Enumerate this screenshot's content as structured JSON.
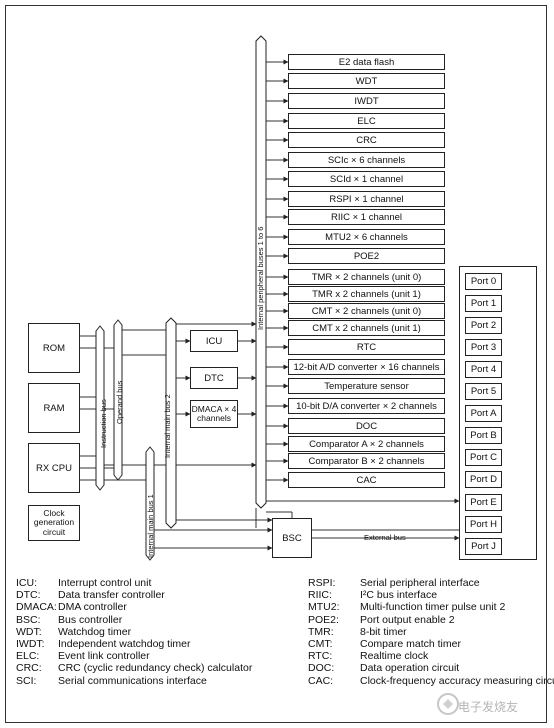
{
  "peripherals": [
    "E2 data flash",
    "WDT",
    "IWDT",
    "ELC",
    "CRC",
    "SCIc × 6 channels",
    "SCId × 1 channel",
    "RSPI × 1 channel",
    "RIIC × 1 channel",
    "MTU2 × 6 channels",
    "POE2",
    "TMR × 2 channels (unit 0)",
    "TMR x 2 channels (unit 1)",
    "CMT × 2 channels (unit 0)",
    "CMT x 2 channels (unit 1)",
    "RTC",
    "12-bit A/D converter × 16 channels",
    "Temperature sensor",
    "10-bit D/A converter × 2 channels",
    "DOC",
    "Comparator A × 2 channels",
    "Comparator B × 2 channels",
    "CAC"
  ],
  "ports": [
    "Port 0",
    "Port 1",
    "Port 2",
    "Port 3",
    "Port 4",
    "Port 5",
    "Port A",
    "Port B",
    "Port C",
    "Port D",
    "Port E",
    "Port H",
    "Port J"
  ],
  "blocks": {
    "rom": "ROM",
    "ram": "RAM",
    "cpu": "RX CPU",
    "clock": "Clock generation circuit",
    "icu": "ICU",
    "dtc": "DTC",
    "dmaca": "DMACA × 4 channels",
    "bsc": "BSC"
  },
  "buses": {
    "peripheral": "Internal peripheral buses 1 to 6",
    "instruction": "Instruction bus",
    "operand": "Operand bus",
    "main2": "Internal main bus 2",
    "main1": "Internal main bus 1",
    "external": "External bus"
  },
  "legend": {
    "left": [
      {
        "abbr": "ICU:",
        "desc": "Interrupt control unit"
      },
      {
        "abbr": "DTC:",
        "desc": "Data transfer controller"
      },
      {
        "abbr": "DMACA:",
        "desc": "DMA controller"
      },
      {
        "abbr": "BSC:",
        "desc": "Bus controller"
      },
      {
        "abbr": "WDT:",
        "desc": "Watchdog timer"
      },
      {
        "abbr": "IWDT:",
        "desc": "Independent watchdog timer"
      },
      {
        "abbr": "ELC:",
        "desc": "Event link controller"
      },
      {
        "abbr": "CRC:",
        "desc": "CRC (cyclic redundancy check) calculator"
      },
      {
        "abbr": "SCI:",
        "desc": "Serial communications interface"
      }
    ],
    "right": [
      {
        "abbr": "RSPI:",
        "desc": "Serial peripheral interface"
      },
      {
        "abbr": "RIIC:",
        "desc": "I²C bus interface"
      },
      {
        "abbr": "MTU2:",
        "desc": "Multi-function timer pulse unit 2"
      },
      {
        "abbr": "POE2:",
        "desc": "Port output enable 2"
      },
      {
        "abbr": "TMR:",
        "desc": "8-bit timer"
      },
      {
        "abbr": "CMT:",
        "desc": "Compare match timer"
      },
      {
        "abbr": "RTC:",
        "desc": "Realtime clock"
      },
      {
        "abbr": "DOC:",
        "desc": "Data operation circuit"
      },
      {
        "abbr": "CAC:",
        "desc": "Clock-frequency accuracy measuring circuit"
      }
    ]
  },
  "watermark": "电子发烧友"
}
